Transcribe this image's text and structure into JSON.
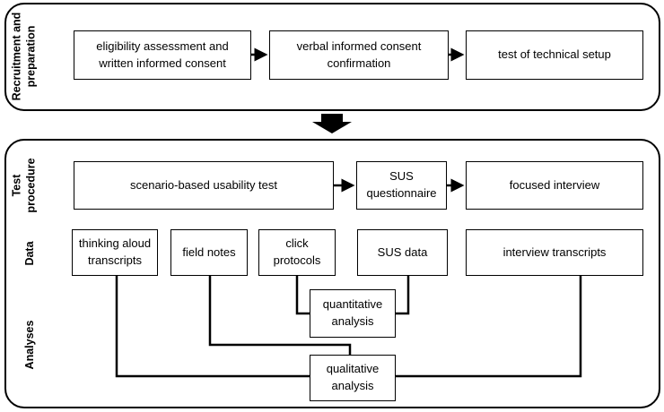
{
  "recruitment": {
    "label_line1": "Recruitment and",
    "label_line2": "preparation",
    "steps": [
      {
        "line1": "eligibility assessment and",
        "line2": "written informed consent"
      },
      {
        "line1": "verbal informed consent",
        "line2": "confirmation"
      },
      {
        "line1": "test of technical setup",
        "line2": ""
      }
    ]
  },
  "test_procedure": {
    "label_line1": "Test",
    "label_line2": "procedure",
    "steps": [
      {
        "line1": "scenario-based usability test",
        "line2": ""
      },
      {
        "line1": "SUS",
        "line2": "questionnaire"
      },
      {
        "line1": "focused interview",
        "line2": ""
      }
    ]
  },
  "data_row": {
    "label": "Data",
    "items": [
      {
        "line1": "thinking aloud",
        "line2": "transcripts"
      },
      {
        "line1": "field notes",
        "line2": ""
      },
      {
        "line1": "click",
        "line2": "protocols"
      },
      {
        "line1": "SUS data",
        "line2": ""
      },
      {
        "line1": "interview transcripts",
        "line2": ""
      }
    ]
  },
  "analyses": {
    "label": "Analyses",
    "quantitative": {
      "line1": "quantitative",
      "line2": "analysis"
    },
    "qualitative": {
      "line1": "qualitative",
      "line2": "analysis"
    }
  },
  "colors": {
    "stroke": "#000000",
    "background": "#ffffff"
  }
}
